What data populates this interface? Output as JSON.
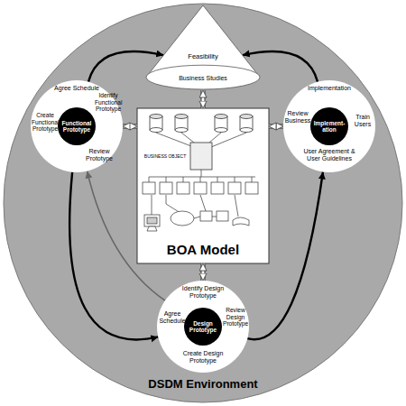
{
  "diagram": {
    "nodes": [
      {
        "text": [
          "DSDM Environment"
        ]
      },
      {
        "text": [
          "Feasibility",
          "Business Studies"
        ],
        "in": 0
      },
      {
        "text": [
          "Agree Schedule",
          "Identify Functional Prototype",
          "Review Prototype",
          "Create Functional Prototype"
        ],
        "in": 0
      },
      {
        "text": [
          "Functional Prototype"
        ],
        "in": 2
      },
      {
        "text": [
          "BOA Model"
        ],
        "in": 0
      },
      {
        "text": [
          "Implementation",
          "Review Business",
          "Train Users",
          "User Agreement & User Guidelines"
        ],
        "in": 0
      },
      {
        "text": [
          "Implement-ation"
        ],
        "in": 5
      },
      {
        "text": [
          "Identify Design Prototype",
          "Review Design Prototype",
          "Create Design Prototype",
          "Agree Schedule"
        ],
        "in": 0
      },
      {
        "text": [
          "Design Prototype"
        ],
        "in": 7
      }
    ],
    "edges": [
      {
        "from": 1,
        "to": 4,
        "arrow": "both"
      },
      {
        "from": 2,
        "to": 4,
        "arrow": "both"
      },
      {
        "from": 5,
        "to": 4,
        "arrow": "both"
      },
      {
        "from": 7,
        "to": 4,
        "arrow": "both"
      },
      {
        "from": 2,
        "to": 1,
        "arrow": "to"
      },
      {
        "from": 5,
        "to": 1,
        "arrow": "to"
      },
      {
        "from": 2,
        "to": 7,
        "arrow": "to"
      },
      {
        "from": 7,
        "to": 5,
        "arrow": "to"
      },
      {
        "from": 7,
        "to": 2,
        "arrow": "to"
      }
    ],
    "labels": [
      "BUSINESS OBJECT"
    ]
  }
}
